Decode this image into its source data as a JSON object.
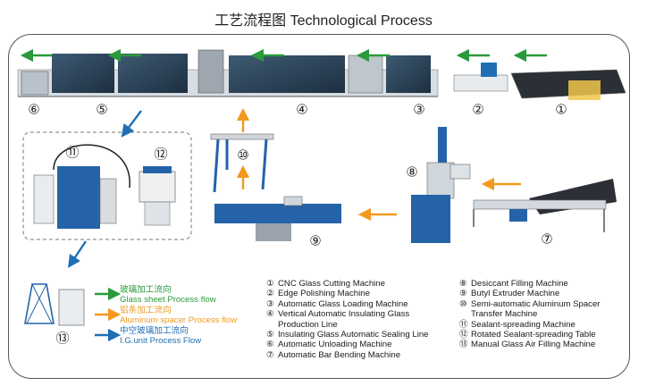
{
  "title": "工艺流程图 Technological Process",
  "colors": {
    "blue_arrow": "#1f6fb5",
    "orange_arrow": "#f39a1e",
    "green_arrow": "#2a9a3c",
    "machine_blue": "#2463a8",
    "frame": "#555555"
  },
  "line_numbers": [
    "⑥",
    "⑤",
    "④",
    "③",
    "②",
    "①"
  ],
  "station_numbers": {
    "filling": "⑪",
    "spreading": "⑫",
    "aluminum": "⑩",
    "desiccant": "⑧",
    "extruder": "⑨",
    "bending": "⑦",
    "unit": "⑬"
  },
  "legend_left": [
    {
      "mark": "①",
      "text": "CNC Glass Cutting Machine"
    },
    {
      "mark": "②",
      "text": "Edge Polishing Machine"
    },
    {
      "mark": "③",
      "text": "Automatic Glass Loading Machine"
    },
    {
      "mark": "④",
      "text": "Vertical Automatic Insulating Glass"
    },
    {
      "mark": "",
      "text": "Production Line"
    },
    {
      "mark": "⑤",
      "text": "Insulating Glass Automatic Sealing Line"
    },
    {
      "mark": "⑥",
      "text": "Automatic Unloading Machine"
    },
    {
      "mark": "⑦",
      "text": "Automatic Bar Bending Machine"
    }
  ],
  "legend_right": [
    {
      "mark": "⑧",
      "text": "Desiccant Filling Machine"
    },
    {
      "mark": "⑨",
      "text": "Butyl Extruder Machine"
    },
    {
      "mark": "⑩",
      "text": "Semi-automatic Aluminum Spacer"
    },
    {
      "mark": "",
      "text": "Transfer Machine"
    },
    {
      "mark": "⑪",
      "text": "Sealant-spreading Machine"
    },
    {
      "mark": "⑫",
      "text": "Rotated Sealant-spreading Table"
    },
    {
      "mark": "⑬",
      "text": "Manual Glass Air Filling Machine"
    }
  ],
  "flows": {
    "glass_cn": "玻璃加工流向",
    "glass_en": "Glass sheet Process flow",
    "spacer_cn": "铝条加工流向",
    "spacer_en": "Aluminum spacer Process flow",
    "unit_cn": "中空玻璃加工流向",
    "unit_en": "I.G.unit  Process Flow"
  }
}
